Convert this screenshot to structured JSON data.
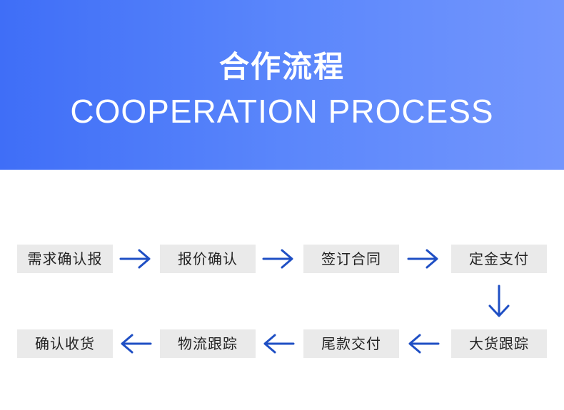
{
  "header": {
    "title_cn": "合作流程",
    "title_en": "COOPERATION PROCESS"
  },
  "colors": {
    "banner_start": "#3f6ef7",
    "banner_end": "#7396fd",
    "arrow": "#1f4fc4",
    "step_bg": "#eaeaea"
  },
  "steps": [
    {
      "label": "需求确认报"
    },
    {
      "label": "报价确认"
    },
    {
      "label": "签订合同"
    },
    {
      "label": "定金支付"
    },
    {
      "label": "大货跟踪"
    },
    {
      "label": "尾款交付"
    },
    {
      "label": "物流跟踪"
    },
    {
      "label": "确认收货"
    }
  ],
  "arrows": [
    "right",
    "right",
    "right",
    "down",
    "left",
    "left",
    "left"
  ]
}
